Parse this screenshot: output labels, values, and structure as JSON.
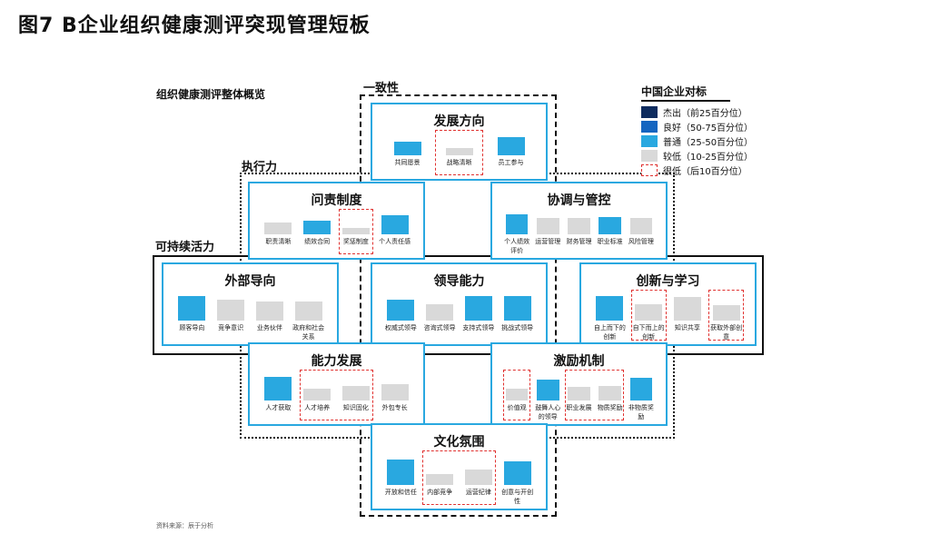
{
  "title": "图7 B企业组织健康测评突现管理短板",
  "overview_label": "组织健康测评整体概览",
  "source": "资料来源：辰于分析",
  "section_labels": {
    "consistency": "一致性",
    "execution": "执行力",
    "sustainability": "可持续活力"
  },
  "legend": {
    "title": "中国企业对标",
    "items": [
      {
        "label": "杰出（前25百分位）",
        "color": "#0d2b5e",
        "style": "fill"
      },
      {
        "label": "良好（50-75百分位）",
        "color": "#1565c0",
        "style": "fill"
      },
      {
        "label": "普通（25-50百分位）",
        "color": "#29a8e0",
        "style": "fill"
      },
      {
        "label": "较低（10-25百分位）",
        "color": "#d9d9d9",
        "style": "fill"
      },
      {
        "label": "很低（后10百分位）",
        "color": "#e0312f",
        "style": "dashed"
      }
    ]
  },
  "colors": {
    "normal": "#29a8e0",
    "good": "#1565c0",
    "low": "#d9d9d9",
    "very_low_border": "#e0312f",
    "panel_border": "#29a8e0"
  },
  "chart_data": [
    {
      "type": "bar",
      "title": "发展方向",
      "categories": [
        "共同愿景",
        "战略清晰",
        "员工参与"
      ],
      "tiers": [
        "普通",
        "较低",
        "普通"
      ],
      "values": [
        0.68,
        0.36,
        0.9
      ],
      "very_low": [
        1
      ]
    },
    {
      "type": "bar",
      "title": "问责制度",
      "categories": [
        "职责清晰",
        "绩效合同",
        "奖惩制度",
        "个人责任感"
      ],
      "tiers": [
        "较低",
        "普通",
        "较低",
        "普通"
      ],
      "values": [
        0.6,
        0.7,
        0.32,
        0.94
      ],
      "very_low": [
        2
      ]
    },
    {
      "type": "bar",
      "title": "协调与管控",
      "categories": [
        "个人绩效评价",
        "运营管理",
        "财务管理",
        "职业标准",
        "风险管理"
      ],
      "tiers": [
        "普通",
        "较低",
        "较低",
        "普通",
        "较低"
      ],
      "values": [
        0.98,
        0.82,
        0.82,
        0.86,
        0.8
      ],
      "very_low": []
    },
    {
      "type": "bar",
      "title": "外部导向",
      "categories": [
        "顾客导向",
        "竞争意识",
        "业务伙伴",
        "政府和社会关系"
      ],
      "tiers": [
        "普通",
        "较低",
        "较低",
        "较低"
      ],
      "values": [
        0.96,
        0.82,
        0.76,
        0.74
      ],
      "very_low": []
    },
    {
      "type": "bar",
      "title": "领导能力",
      "categories": [
        "权威式领导",
        "咨询式领导",
        "支持式领导",
        "挑战式领导"
      ],
      "tiers": [
        "普通",
        "较低",
        "普通",
        "普通"
      ],
      "values": [
        0.82,
        0.64,
        0.96,
        0.96
      ],
      "very_low": []
    },
    {
      "type": "bar",
      "title": "创新与学习",
      "categories": [
        "自上而下的创新",
        "自下而上的创新",
        "知识共享",
        "获取外部创意"
      ],
      "tiers": [
        "普通",
        "较低",
        "较低",
        "较低"
      ],
      "values": [
        0.96,
        0.64,
        0.94,
        0.6
      ],
      "very_low": [
        1,
        3
      ]
    },
    {
      "type": "bar",
      "title": "能力发展",
      "categories": [
        "人才获取",
        "人才培养",
        "知识固化",
        "外包专长"
      ],
      "tiers": [
        "普通",
        "较低",
        "较低",
        "较低"
      ],
      "values": [
        0.92,
        0.46,
        0.56,
        0.66
      ],
      "very_low": [
        1,
        2
      ]
    },
    {
      "type": "bar",
      "title": "激励机制",
      "categories": [
        "价值观",
        "鼓舞人心的领导",
        "职业发展",
        "物质奖励",
        "非物质奖励"
      ],
      "tiers": [
        "较低",
        "普通",
        "较低",
        "较低",
        "普通"
      ],
      "values": [
        0.48,
        0.82,
        0.52,
        0.58,
        0.9
      ],
      "very_low": [
        0,
        2,
        3
      ]
    },
    {
      "type": "bar",
      "title": "文化氛围",
      "categories": [
        "开放和信任",
        "内部竞争",
        "运营纪律",
        "创意与开创性"
      ],
      "tiers": [
        "普通",
        "较低",
        "较低",
        "普通"
      ],
      "values": [
        0.86,
        0.36,
        0.52,
        0.82
      ],
      "very_low": [
        1,
        2
      ]
    }
  ]
}
